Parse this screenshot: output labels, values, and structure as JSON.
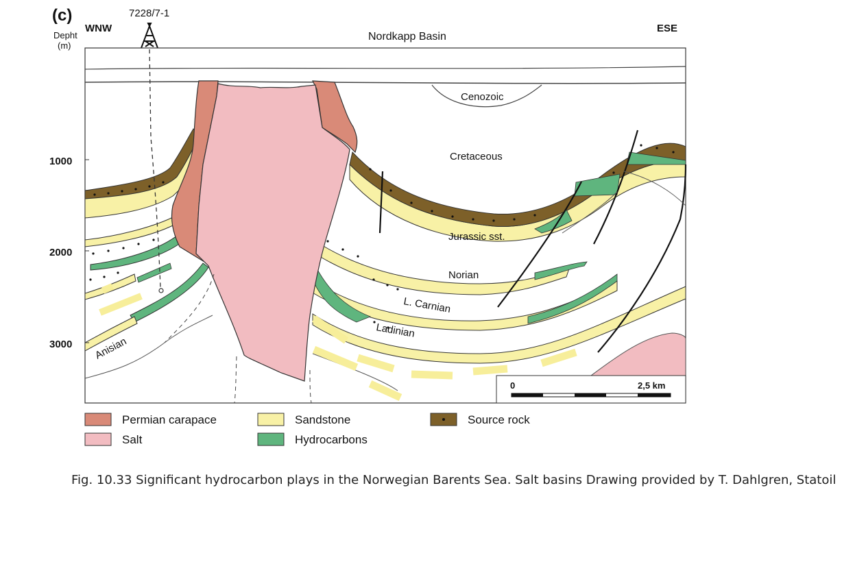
{
  "panel_label": "(c)",
  "well_name": "7228/7-1",
  "depth_axis": {
    "label_line1": "Depht",
    "label_line2": "(m)",
    "ticks": [
      "1000",
      "2000",
      "3000"
    ]
  },
  "direction_left": "WNW",
  "direction_right": "ESE",
  "basin_name": "Nordkapp Basin",
  "unit_labels": {
    "cenozoic": "Cenozoic",
    "cretaceous": "Cretaceous",
    "jurassic": "Jurassic sst.",
    "norian": "Norian",
    "carnian": "L. Carnian",
    "ladinian": "Ladinian",
    "anisian": "Anisian"
  },
  "scale_bar": {
    "start": "0",
    "end": "2,5 km"
  },
  "legend": [
    {
      "label": "Permian carapace",
      "color": "#d98a78"
    },
    {
      "label": "Salt",
      "color": "#f2bcc1"
    },
    {
      "label": "Sandstone",
      "color": "#f8f1a6"
    },
    {
      "label": "Hydrocarbons",
      "color": "#5fb57e"
    },
    {
      "label": "Source rock",
      "color": "#7d6029"
    }
  ],
  "caption": "Fig. 10.33 Significant hydrocarbon plays in the Norwegian Barents Sea. Salt basins Drawing provided by T. Dahlgren, Statoil"
}
